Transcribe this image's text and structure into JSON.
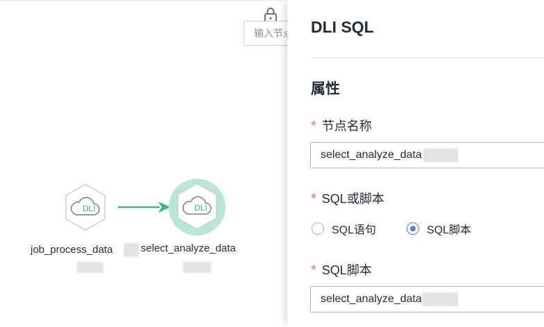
{
  "canvas": {
    "search_placeholder": "输入节点名称",
    "nodes": [
      {
        "label": "job_process_data",
        "type": "DLI"
      },
      {
        "label": "select_analyze_data",
        "type": "DLI"
      }
    ]
  },
  "panel": {
    "title": "DLI SQL",
    "section_title": "属性",
    "fields": {
      "node_name": {
        "label": "节点名称",
        "value": "select_analyze_data"
      },
      "sql_or_script": {
        "label": "SQL或脚本",
        "options": [
          "SQL语句",
          "SQL脚本"
        ],
        "selected": "SQL脚本"
      },
      "sql_script": {
        "label": "SQL脚本",
        "value": "select_analyze_data"
      }
    },
    "required_mark": "*"
  },
  "colors": {
    "accent": "#5e7ce0",
    "required": "#f66f6a",
    "edge": "#3bb197",
    "node_selected_ring": "#b8e6d9",
    "dli_text": "#3bb197"
  }
}
